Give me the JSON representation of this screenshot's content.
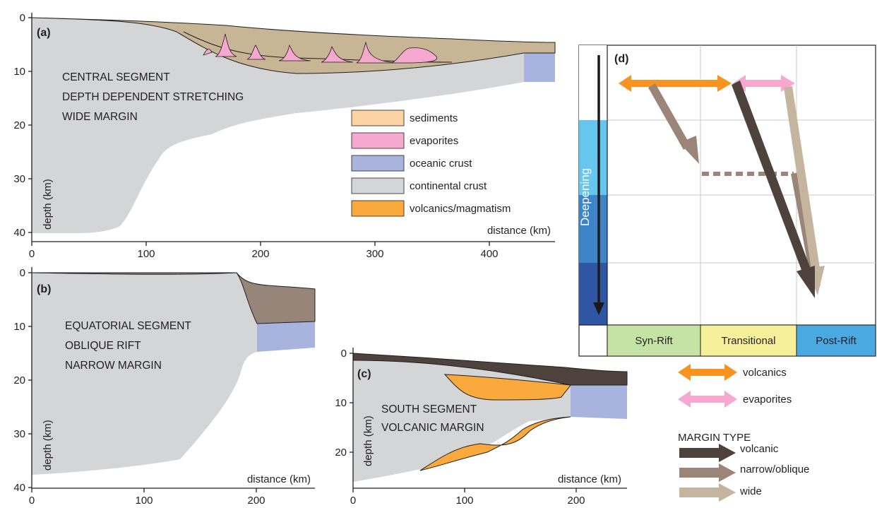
{
  "panel_a": {
    "letter": "(a)",
    "label_lines": [
      "CENTRAL SEGMENT",
      "DEPTH DEPENDENT STRETCHING",
      "WIDE MARGIN"
    ],
    "y_title": "depth (km)",
    "x_title": "distance (km)",
    "y_ticks": [
      "0",
      "10",
      "20",
      "30",
      "40"
    ],
    "x_ticks": [
      "0",
      "100",
      "200",
      "300",
      "400"
    ]
  },
  "legend": [
    {
      "label": "sediments",
      "color": "#fcd3a3"
    },
    {
      "label": "evaporites",
      "color": "#f5a9cf"
    },
    {
      "label": "oceanic crust",
      "color": "#a8b4dd"
    },
    {
      "label": "continental crust",
      "color": "#d4d5d6"
    },
    {
      "label": "volcanics/magmatism",
      "color": "#faaa3c"
    }
  ],
  "panel_b": {
    "letter": "(b)",
    "label_lines": [
      "EQUATORIAL SEGMENT",
      "OBLIQUE RIFT",
      "NARROW MARGIN"
    ],
    "y_title": "depth (km)",
    "x_title": "distance (km)",
    "y_ticks": [
      "0",
      "10",
      "20",
      "30",
      "40"
    ],
    "x_ticks": [
      "0",
      "100",
      "200"
    ]
  },
  "panel_c": {
    "letter": "(c)",
    "label_lines": [
      "SOUTH SEGMENT",
      "VOLCANIC MARGIN"
    ],
    "y_title": "depth (km)",
    "x_title": "distance (km)",
    "y_ticks": [
      "0",
      "10",
      "20"
    ],
    "x_ticks": [
      "0",
      "100",
      "200"
    ]
  },
  "panel_d": {
    "letter": "(d)",
    "deepening_label": "Deepening",
    "phases": [
      {
        "label": "Syn-Rift",
        "color": "#c6e3a6"
      },
      {
        "label": "Transitional",
        "color": "#f7f09b"
      },
      {
        "label": "Post-Rift",
        "color": "#4aa9e0"
      }
    ],
    "depth_colors": [
      "#ffffff",
      "#66c6ee",
      "#3d85c6",
      "#2e56a4"
    ]
  },
  "key": {
    "volcanics": "volcanics",
    "evaporites": "evaporites",
    "margin_title": "MARGIN TYPE",
    "margin_types": [
      {
        "label": "volcanic",
        "color": "#4e423c"
      },
      {
        "label": "narrow/oblique",
        "color": "#9b8578"
      },
      {
        "label": "wide",
        "color": "#c5b59f"
      }
    ]
  },
  "colors": {
    "sediment_a": "#c7b596",
    "sediment_b": "#97857a",
    "sediment_c": "#4e423c",
    "continental": "#d4d5d6",
    "oceanic": "#a8b4dd",
    "evaporite": "#f5a9cf",
    "volcanic": "#faaa3c",
    "volcanics_arrow": "#f7931e",
    "evaporites_arrow": "#f7a8cf"
  }
}
